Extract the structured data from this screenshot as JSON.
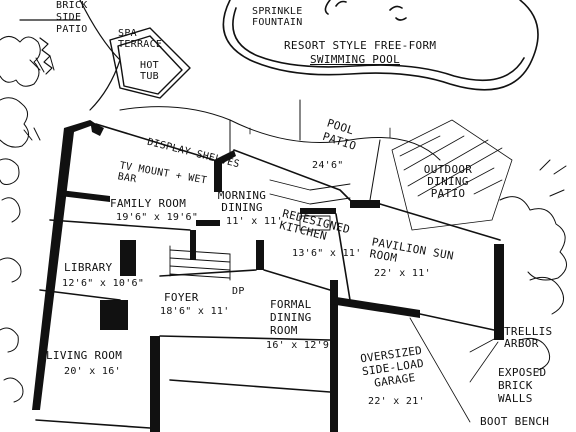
{
  "labels": {
    "brick_side_patio": "BRICK SIDE PATIO",
    "spa_terrace": "SPA TERRACE",
    "hot_tub": "HOT TUB",
    "sprinkle_fountain": "SPRINKLE FOUNTAIN",
    "pool_title": "RESORT STYLE FREE-FORM",
    "pool_subtitle": "SWIMMING POOL",
    "pool_patio": "POOL PATIO",
    "pool_patio_dim": "24'6\"",
    "outdoor_dining_patio": "OUTDOOR DINING PATIO",
    "display_shelves": "DISPLAY SHELVES",
    "tv_mount_wet_bar": "TV MOUNT + WET BAR",
    "family_room": "FAMILY ROOM",
    "family_room_dim": "19'6\" x 19'6\"",
    "morning_dining": "MORNING DINING",
    "morning_dining_dim": "11' x 11'",
    "redesigned_kitchen": "REDESIGNED KITCHEN",
    "kitchen_dim": "13'6\" x 11'",
    "pavilion_sun_room": "PAVILION SUN ROOM",
    "sun_room_dim": "22' x 11'",
    "library": "LIBRARY",
    "library_dim": "12'6\" x 10'6\"",
    "foyer": "FOYER",
    "foyer_dim": "18'6\" x 11'",
    "formal_dining_room": "FORMAL DINING ROOM",
    "formal_dining_dim": "16' x 12'9\"",
    "oversized_garage": "OVERSIZED SIDE-LOAD GARAGE",
    "garage_dim": "22' x 21'",
    "trellis_arbor": "TRELLIS ARBOR",
    "exposed_brick_walls": "EXPOSED BRICK WALLS",
    "living_room": "LIVING ROOM",
    "living_room_dim": "20' x 16'",
    "boot_bench": "BOOT BENCH",
    "dp": "DP"
  }
}
